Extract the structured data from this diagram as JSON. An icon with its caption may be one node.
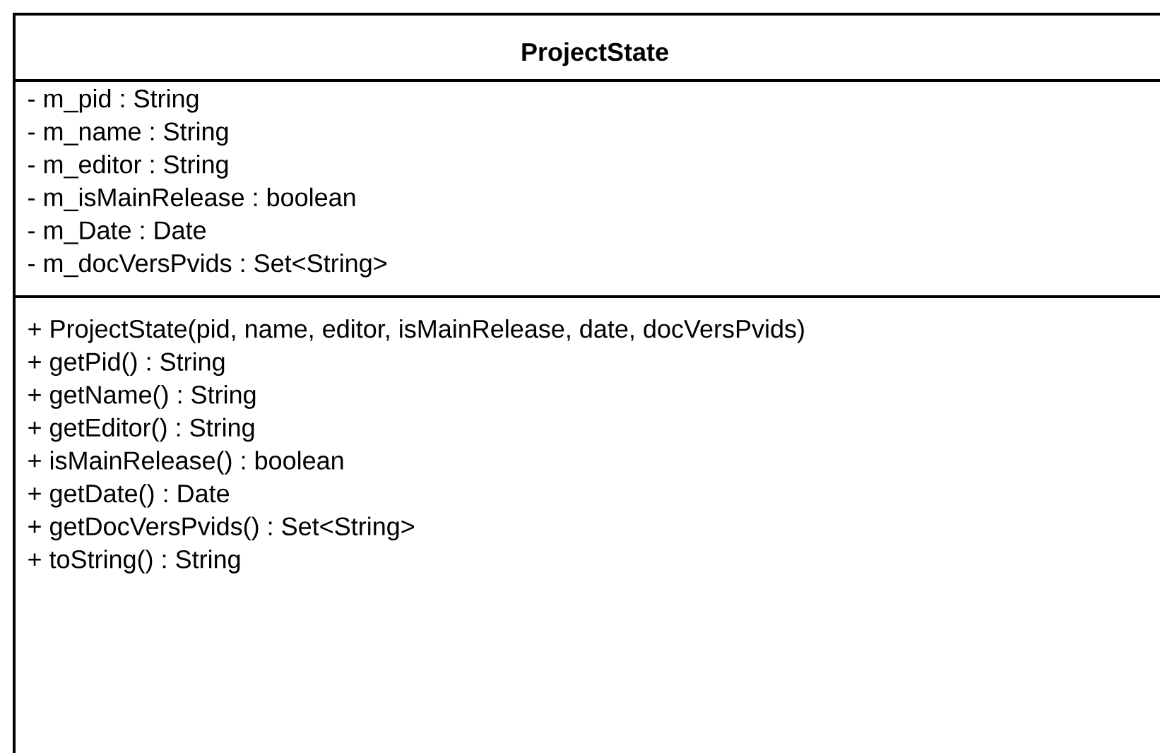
{
  "diagram": {
    "nodes": [
      {
        "text": [
          "ProjectState"
        ]
      },
      {
        "text": [
          "- m_pid : String",
          "- m_name : String",
          "- m_editor : String",
          "- m_isMainRelease : boolean",
          "- m_Date : Date",
          "- m_docVersPvids : Set<String>"
        ],
        "in": 0
      },
      {
        "text": [
          "+ ProjectState(pid, name, editor, isMainRelease, date, docVersPvids)",
          "+ getPid() : String",
          "+ getName() : String",
          "+ getEditor() : String",
          "+ isMainRelease() : boolean",
          "+ getDate() : Date",
          "+ getDocVersPvids() : Set<String>",
          "+ toString() : String"
        ],
        "in": 0
      }
    ],
    "edges": []
  }
}
